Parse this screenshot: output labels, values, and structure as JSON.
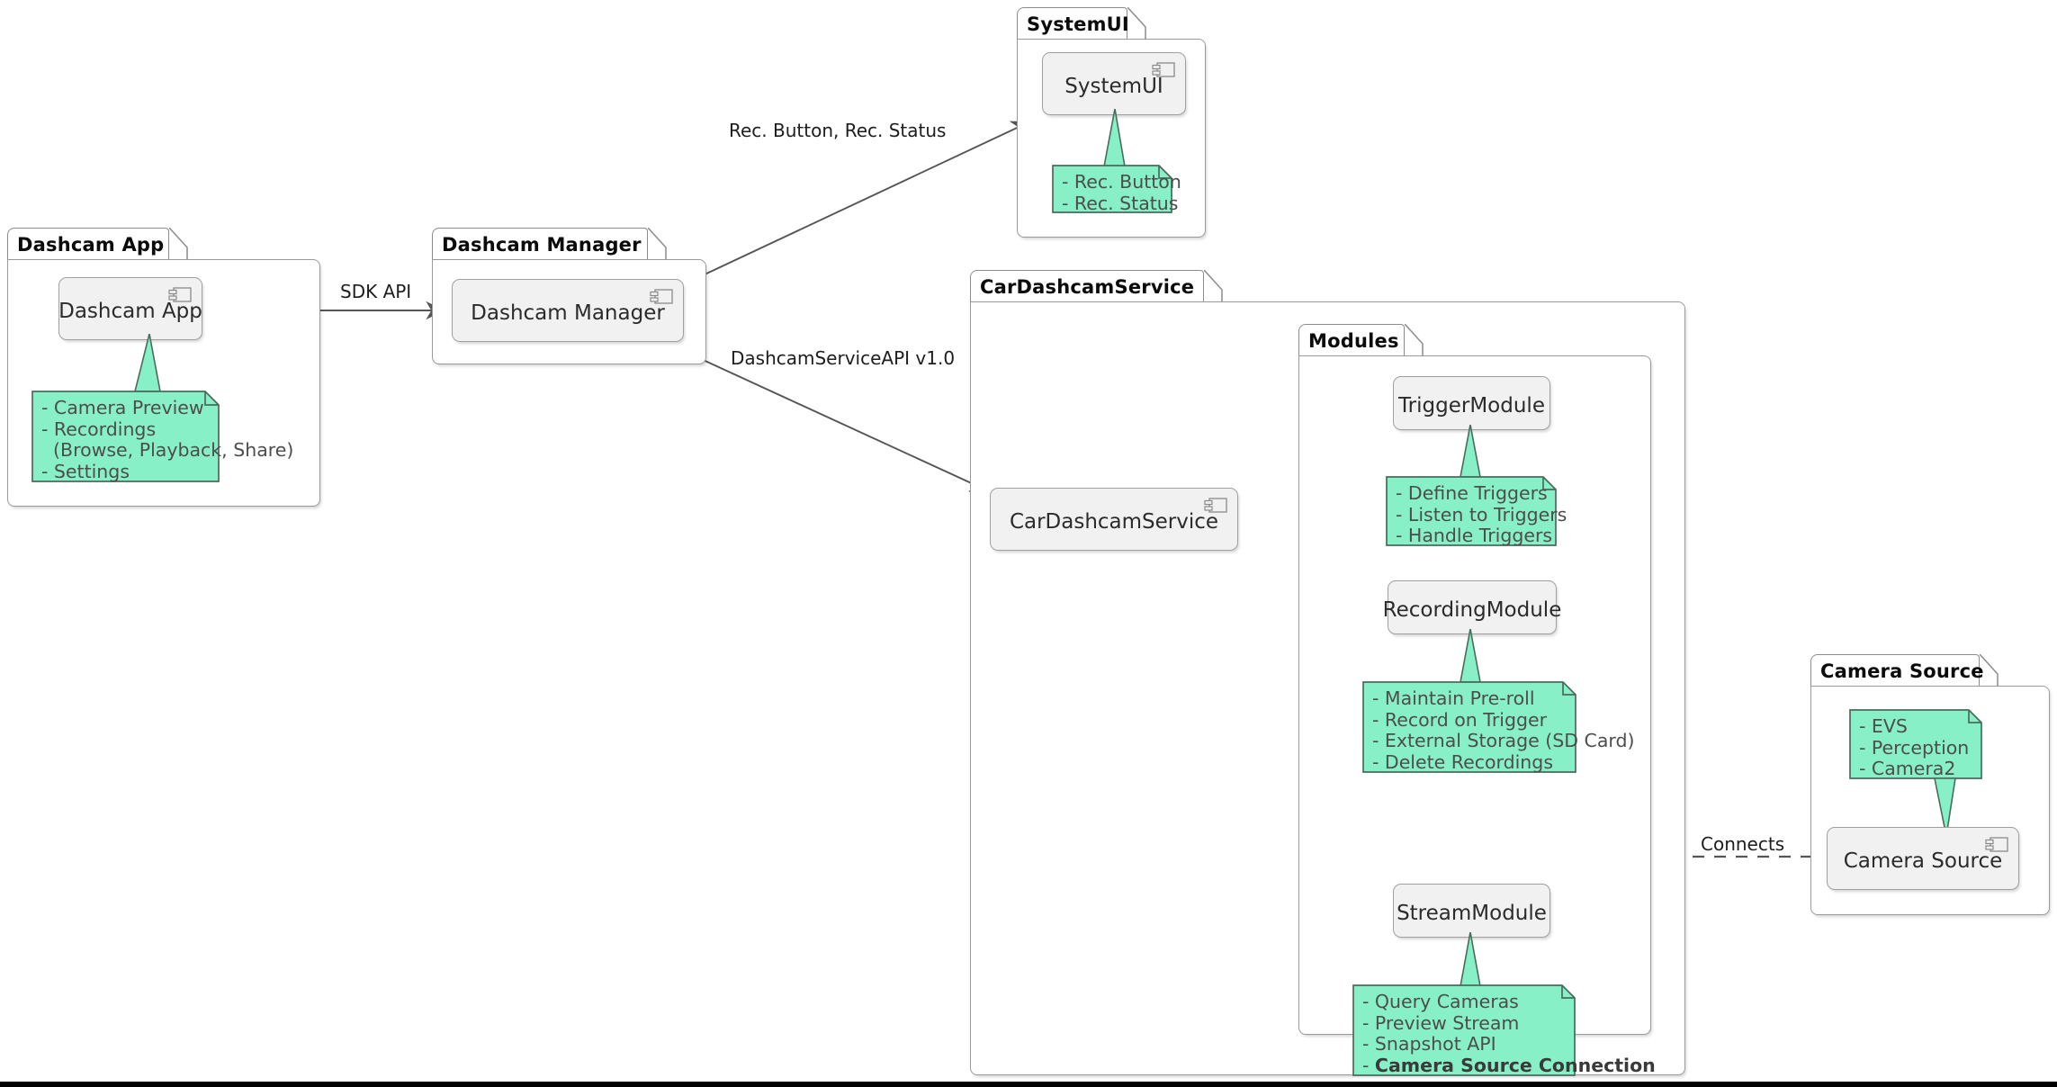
{
  "diagram": {
    "kind": "uml-component-diagram",
    "colors": {
      "note_fill": "#88f0c6",
      "note_border": "#4a6b5d",
      "component_fill": "#f1f1f1",
      "component_border": "#a0a0a0",
      "package_border": "#9a9a9a",
      "edge": "#555555",
      "text": "#2b2b2b"
    }
  },
  "packages": {
    "dashcam_app": {
      "title": "Dashcam App",
      "component": "Dashcam App",
      "note": "- Camera Preview\n- Recordings\n  (Browse, Playback, Share)\n- Settings",
      "note_lines": [
        "- Camera Preview",
        "- Recordings",
        "  (Browse, Playback, Share)",
        "- Settings"
      ]
    },
    "dashcam_manager": {
      "title": "Dashcam Manager",
      "component": "Dashcam Manager"
    },
    "system_ui": {
      "title": "SystemUI",
      "component": "SystemUI",
      "note": "- Rec. Button\n- Rec. Status",
      "note_lines": [
        "- Rec. Button",
        "- Rec. Status"
      ]
    },
    "car_dashcam_service": {
      "title": "CarDashcamService",
      "component": "CarDashcamService"
    },
    "modules": {
      "title": "Modules",
      "trigger": {
        "component": "TriggerModule",
        "note": "- Define Triggers\n- Listen to Triggers\n- Handle Triggers",
        "note_lines": [
          "- Define Triggers",
          "- Listen to Triggers",
          "- Handle Triggers"
        ]
      },
      "recording": {
        "component": "RecordingModule",
        "note": "- Maintain Pre-roll\n- Record on Trigger\n- External Storage (SD Card)\n- Delete Recordings",
        "note_lines": [
          "- Maintain Pre-roll",
          "- Record on Trigger",
          "- External Storage (SD Card)",
          "- Delete Recordings"
        ]
      },
      "stream": {
        "component": "StreamModule",
        "note_lines_plain": [
          "- Query Cameras",
          "- Preview Stream",
          "- Snapshot API"
        ],
        "note_line_bold": "- Camera Source Connection",
        "note_bold_prefix": "- ",
        "note_bold_text": "Camera Source Connection"
      }
    },
    "camera_source": {
      "title": "Camera Source",
      "component": "Camera Source",
      "note": "- EVS\n- Perception\n- Camera2",
      "note_lines": [
        "- EVS",
        "- Perception",
        "- Camera2"
      ]
    }
  },
  "edges": [
    {
      "id": "sdk-api",
      "label": "SDK API",
      "from": "Dashcam App",
      "to": "Dashcam Manager",
      "style": "solid-arrow"
    },
    {
      "id": "rec-signals",
      "label": "Rec. Button, Rec. Status",
      "from": "Dashcam Manager",
      "to": "SystemUI",
      "style": "solid-arrow"
    },
    {
      "id": "service-api",
      "label": "DashcamServiceAPI v1.0",
      "from": "Dashcam Manager",
      "to": "CarDashcamService",
      "style": "solid-arrow"
    },
    {
      "id": "svc-trigger",
      "label": "",
      "from": "CarDashcamService",
      "to": "TriggerModule",
      "style": "solid-arrow"
    },
    {
      "id": "svc-recording",
      "label": "",
      "from": "CarDashcamService",
      "to": "RecordingModule",
      "style": "solid-arrow"
    },
    {
      "id": "svc-stream",
      "label": "",
      "from": "CarDashcamService",
      "to": "StreamModule",
      "style": "solid-arrow-curved"
    },
    {
      "id": "stream-camera",
      "label": "Connects",
      "from": "StreamModule",
      "to": "Camera Source",
      "style": "dashed"
    }
  ]
}
